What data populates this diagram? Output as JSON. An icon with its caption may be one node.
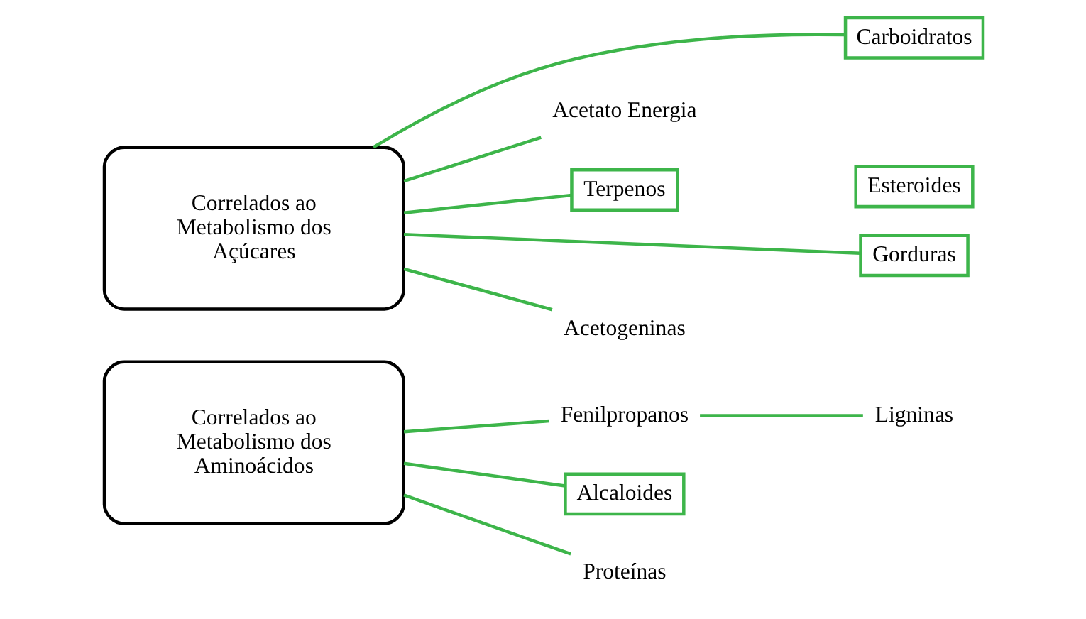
{
  "diagram": {
    "nodes": [
      {
        "text": [
          "Correlados ao Metabolismo dos Açúcares"
        ]
      },
      {
        "text": [
          "Carboidratos"
        ]
      },
      {
        "text": [
          "Acetato Energia"
        ]
      },
      {
        "text": [
          "Terpenos"
        ]
      },
      {
        "text": [
          "Esteroides"
        ]
      },
      {
        "text": [
          "Gorduras"
        ]
      },
      {
        "text": [
          "Acetogeninas"
        ]
      },
      {
        "text": [
          "Correlados ao Metabolismo dos Aminoácidos"
        ]
      },
      {
        "text": [
          "Fenilpropanos"
        ]
      },
      {
        "text": [
          "Ligninas"
        ]
      },
      {
        "text": [
          "Alcaloides"
        ]
      },
      {
        "text": [
          "Proteínas"
        ]
      }
    ],
    "edges": [
      {
        "from": 0,
        "to": 1,
        "arrow": "none"
      },
      {
        "from": 0,
        "to": 2,
        "arrow": "none"
      },
      {
        "from": 0,
        "to": 3,
        "arrow": "none"
      },
      {
        "from": 0,
        "to": 5,
        "arrow": "none"
      },
      {
        "from": 0,
        "to": 6,
        "arrow": "none"
      },
      {
        "from": 7,
        "to": 8,
        "arrow": "none"
      },
      {
        "from": 8,
        "to": 9,
        "arrow": "none"
      },
      {
        "from": 7,
        "to": 10,
        "arrow": "none"
      },
      {
        "from": 7,
        "to": 11,
        "arrow": "none"
      }
    ]
  }
}
